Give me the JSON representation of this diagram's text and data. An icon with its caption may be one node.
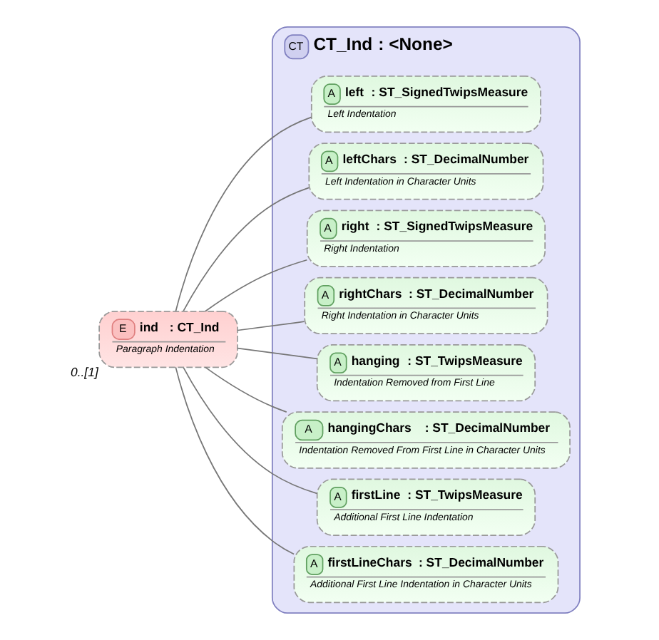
{
  "diagram": {
    "nodes": [
      {
        "text": [
          "E",
          "ind",
          ": CT_Ind",
          "Paragraph Indentation"
        ],
        "beside": [
          "0..[1]"
        ]
      },
      {
        "text": [
          "CT",
          "CT_Ind",
          ": <None>"
        ]
      },
      {
        "text": [
          "A",
          "left",
          ": ST_SignedTwipsMeasure",
          "Left Indentation"
        ],
        "in": 1
      },
      {
        "text": [
          "A",
          "leftChars",
          ": ST_DecimalNumber",
          "Left Indentation in Character Units"
        ],
        "in": 1
      },
      {
        "text": [
          "A",
          "right",
          ": ST_SignedTwipsMeasure",
          "Right Indentation"
        ],
        "in": 1
      },
      {
        "text": [
          "A",
          "rightChars",
          ": ST_DecimalNumber",
          "Right Indentation in Character Units"
        ],
        "in": 1
      },
      {
        "text": [
          "A",
          "hanging",
          ": ST_TwipsMeasure",
          "Indentation Removed from First Line"
        ],
        "in": 1
      },
      {
        "text": [
          "A",
          "hangingChars",
          ": ST_DecimalNumber",
          "Indentation Removed From First Line in Character Units"
        ],
        "in": 1
      },
      {
        "text": [
          "A",
          "firstLine",
          ": ST_TwipsMeasure",
          "Additional First Line Indentation"
        ],
        "in": 1
      },
      {
        "text": [
          "A",
          "firstLineChars",
          ": ST_DecimalNumber",
          "Additional First Line Indentation in Character Units"
        ],
        "in": 1
      }
    ],
    "edges": [
      {
        "from": 0,
        "to": 2,
        "arrow": "none"
      },
      {
        "from": 0,
        "to": 3,
        "arrow": "none"
      },
      {
        "from": 0,
        "to": 4,
        "arrow": "none"
      },
      {
        "from": 0,
        "to": 5,
        "arrow": "none"
      },
      {
        "from": 0,
        "to": 6,
        "arrow": "none"
      },
      {
        "from": 0,
        "to": 7,
        "arrow": "none"
      },
      {
        "from": 0,
        "to": 8,
        "arrow": "none"
      },
      {
        "from": 0,
        "to": 9,
        "arrow": "none"
      }
    ]
  }
}
